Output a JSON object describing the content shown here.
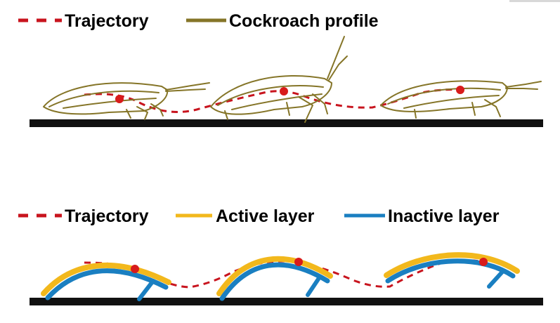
{
  "panel_top": {
    "legend": {
      "trajectory_label": "Trajectory",
      "profile_label": "Cockroach profile"
    },
    "colors": {
      "trajectory": "#c8141e",
      "profile": "#857528",
      "ground": "#111111",
      "marker": "#d81b1b"
    }
  },
  "panel_bottom": {
    "legend": {
      "trajectory_label": "Trajectory",
      "active_label": "Active layer",
      "inactive_label": "Inactive layer"
    },
    "colors": {
      "trajectory": "#c8141e",
      "active": "#f2b81c",
      "inactive": "#1a7fc1",
      "ground": "#111111",
      "marker": "#d81b1b"
    }
  }
}
